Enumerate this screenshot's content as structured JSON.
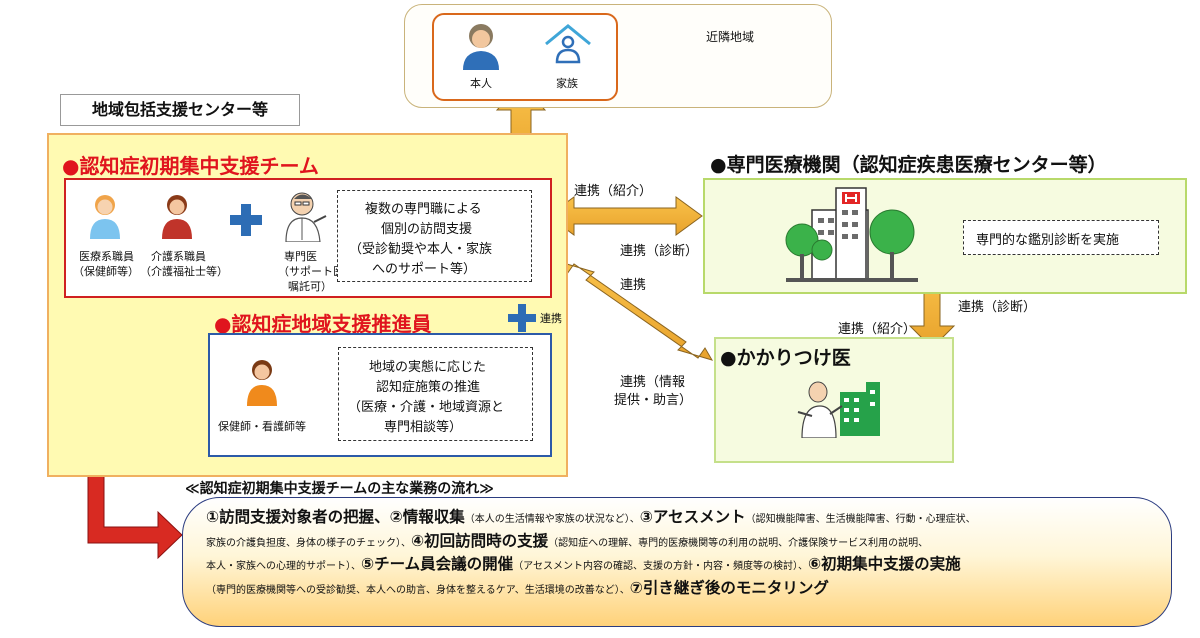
{
  "neighborhood": {
    "label": "近隣地域",
    "person_label": "本人",
    "family_label": "家族"
  },
  "center": {
    "label": "地域包括支援センター等"
  },
  "team": {
    "title": "●認知症初期集中支援チーム",
    "member1_line1": "医療系職員",
    "member1_line2": "（保健師等）",
    "member2_line1": "介護系職員",
    "member2_line2": "（介護福祉士等）",
    "member3_line1": "専門医",
    "member3_line2": "（サポート医",
    "member3_line3": "嘱託可）",
    "desc_line1": "複数の専門職による",
    "desc_line2": "個別の訪問支援",
    "desc_line3": "（受診勧奨や本人・家族",
    "desc_line4": "へのサポート等）"
  },
  "promoter": {
    "title": "●認知症地域支援推進員",
    "plus_label": "連携",
    "member_label": "保健師・看護師等",
    "desc_line1": "地域の実態に応じた",
    "desc_line2": "認知症施策の推進",
    "desc_line3": "（医療・介護・地域資源と",
    "desc_line4": "専門相談等）"
  },
  "hospital": {
    "title": "●専門医療機関（認知症疾患医療センター等）",
    "desc": "専門的な鑑別診断を実施"
  },
  "clinic": {
    "title": "●かかりつけ医"
  },
  "links": {
    "team_hosp_top": "連携（紹介）",
    "team_hosp_bottom": "連携（診断）",
    "team_clinic": "連携",
    "clinic_info_line1": "連携（情報",
    "clinic_info_line2": "提供・助言）",
    "hosp_clinic_right": "連携（診断）",
    "hosp_clinic_left": "連携（紹介）"
  },
  "flow": {
    "title": "≪認知症初期集中支援チームの主な業務の流れ≫",
    "l1_a": "①訪問支援対象者の把握、②情報収集",
    "l1_b": "（本人の生活情報や家族の状況など）、",
    "l1_c": "③アセスメント",
    "l1_d": "（認知機能障害、生活機能障害、行動・心理症状、",
    "l2_a": "家族の介護負担度、身体の様子のチェック）、",
    "l2_b": "④初回訪問時の支援",
    "l2_c": "（認知症への理解、専門的医療機関等の利用の説明、介護保険サービス利用の説明、",
    "l3_a": "本人・家族への心理的サポート）、",
    "l3_b": "⑤チーム員会議の開催",
    "l3_c": "（アセスメント内容の確認、支援の方針・内容・頻度等の検討）、",
    "l3_d": "⑥初期集中支援の実施",
    "l4_a": "（専門的医療機関等への受診勧奨、本人への助言、身体を整えるケア、生活環境の改善など）、",
    "l4_b": "⑦引き継ぎ後のモニタリング"
  }
}
